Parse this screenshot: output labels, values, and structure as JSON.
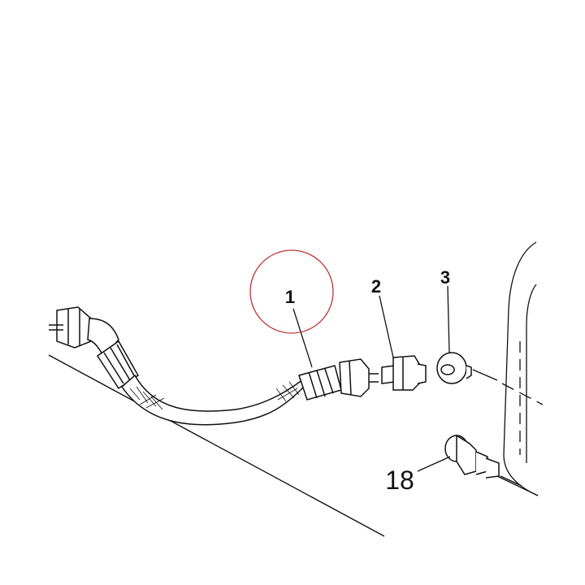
{
  "diagram": {
    "callouts": [
      {
        "id": "1",
        "text": "1"
      },
      {
        "id": "2",
        "text": "2"
      },
      {
        "id": "3",
        "text": "3"
      },
      {
        "id": "18",
        "text": "18"
      }
    ],
    "highlight": {
      "target": "1",
      "color": "#c0323a"
    },
    "icons": [
      "hose-assembly-icon",
      "adapter-fitting-icon",
      "washer-icon",
      "banjo-bolt-icon",
      "housing-outline-icon"
    ]
  }
}
